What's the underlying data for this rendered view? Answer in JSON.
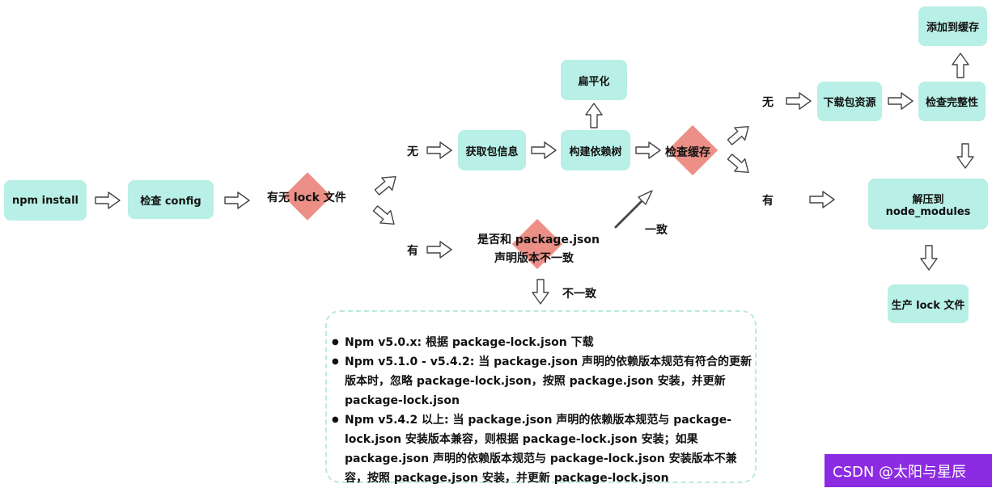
{
  "nodes": {
    "npm_install": "npm install",
    "check_config": "检查 config",
    "get_package_info": "获取包信息",
    "build_tree": "构建依赖树",
    "flatten": "扁平化",
    "download": "下载包资源",
    "check_integrity": "检查完整性",
    "add_cache": "添加到缓存",
    "unzip": "解压到 node_modules",
    "gen_lock": "生产 lock 文件"
  },
  "decisions": {
    "has_lock": "有无 lock 文件",
    "check_cache": "检查缓存",
    "consistent_line1": "是否和 package.json",
    "consistent_line2": "声明版本不一致"
  },
  "labels": {
    "no": "无",
    "yes": "有",
    "consistent": "一致",
    "inconsistent": "不一致"
  },
  "notes": [
    "Npm v5.0.x: 根据 package-lock.json 下载",
    "Npm v5.1.0 - v5.4.2: 当 package.json 声明的依赖版本规范有符合的更新版本时，忽略 package-lock.json，按照 package.json 安装，并更新 package-lock.json",
    "Npm v5.4.2 以上: 当 package.json 声明的依赖版本规范与 package-lock.json 安装版本兼容，则根据 package-lock.json 安装；如果 package.json 声明的依赖版本规范与 package-lock.json 安装版本不兼容，按照 package.json 安装，并更新 package-lock.json"
  ],
  "watermark": "CSDN @太阳与星辰",
  "colors": {
    "node": "#b8efe6",
    "diamond": "#ec8f86"
  }
}
